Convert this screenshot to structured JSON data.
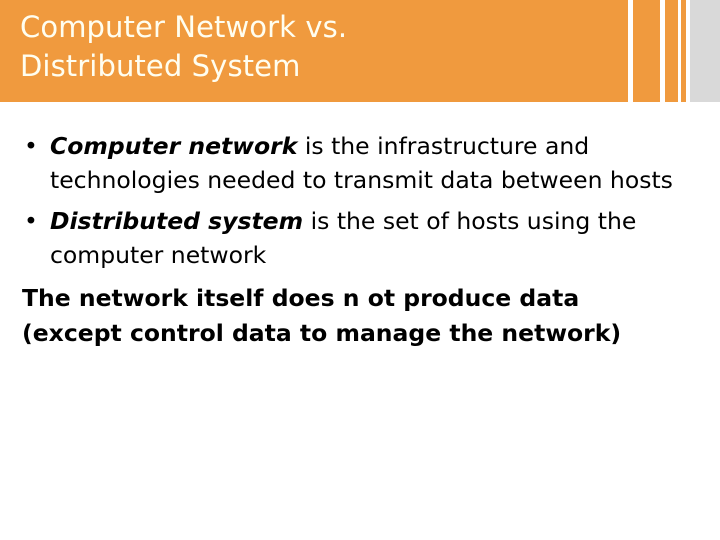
{
  "slide": {
    "title": "Computer Network vs.\nDistributed System",
    "colors": {
      "header_orange": "#F09A3E",
      "header_grey": "#D9D9D9",
      "title_text": "#FFFEF0",
      "body_text": "#000000",
      "background": "#FFFFFF"
    }
  },
  "bullets": [
    {
      "marker": "•",
      "term": "Computer network",
      "rest": " is the infrastructure and technologies needed to transmit data between hosts"
    },
    {
      "marker": "•",
      "term": "Distributed system",
      "rest": " is the set of hosts using the computer network"
    }
  ],
  "closing_note": "The network itself does n ot produce data\n(except control data to manage the network)"
}
